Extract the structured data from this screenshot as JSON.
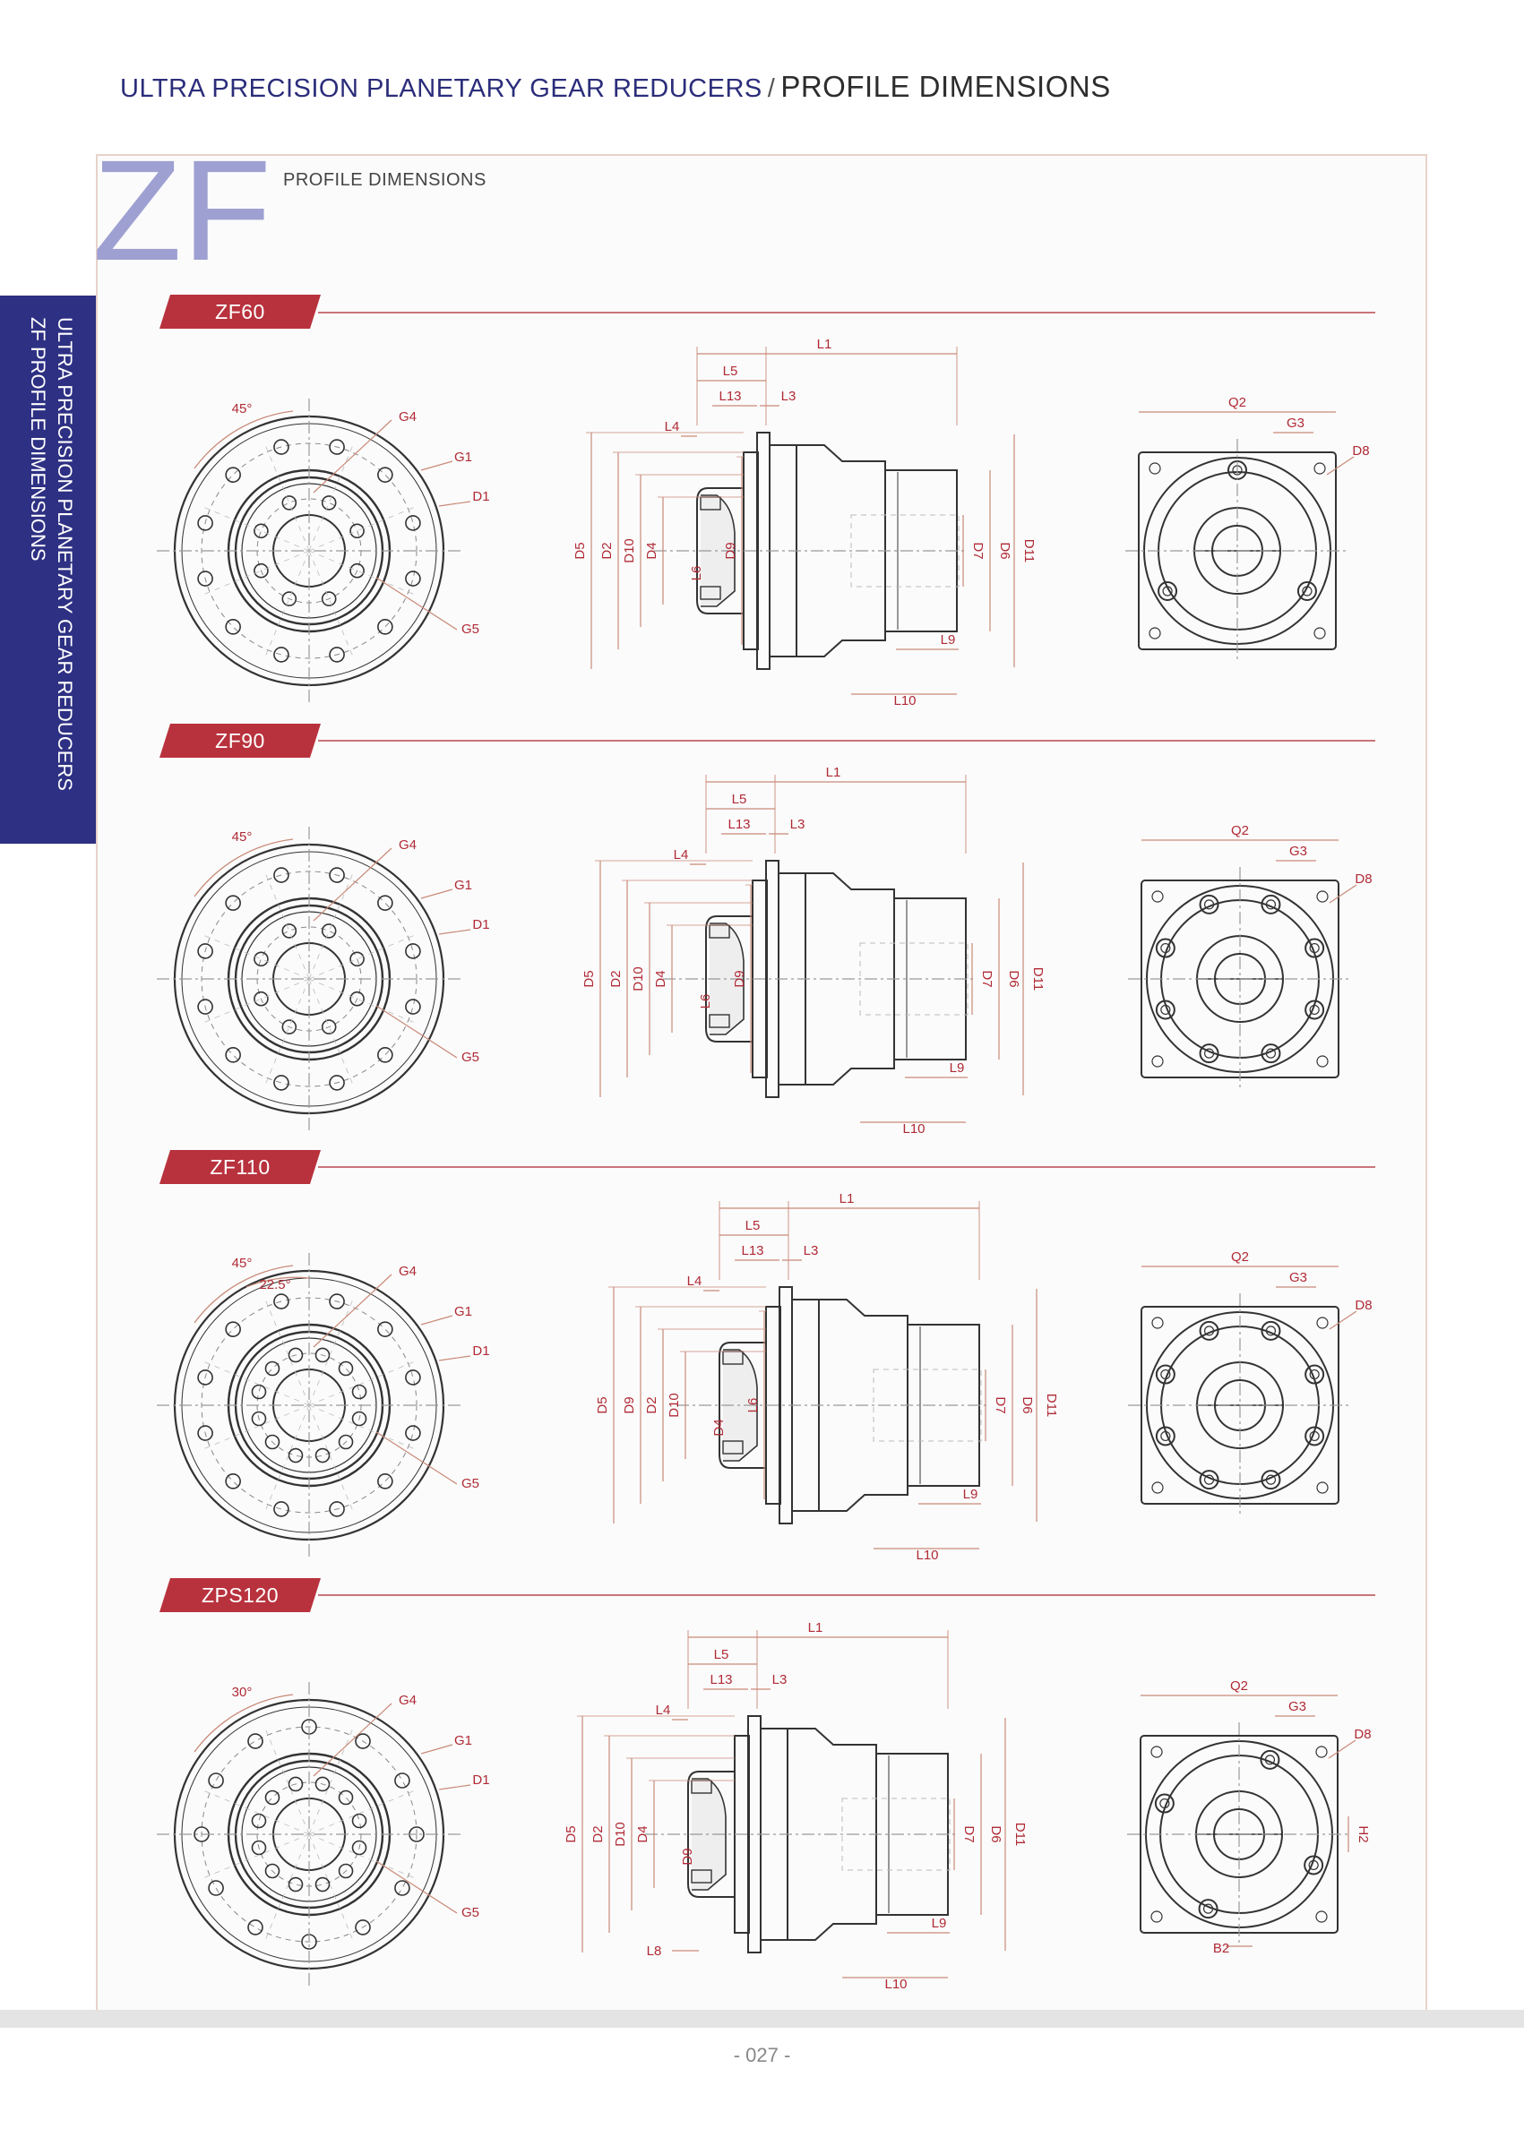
{
  "header": {
    "title_part1": "ULTRA PRECISION PLANETARY GEAR REDUCERS",
    "separator": "/",
    "title_part2": "PROFILE DIMENSIONS"
  },
  "logo": {
    "text": "ZF",
    "color": "#9ea0d2"
  },
  "subtitle": "PROFILE DIMENSIONS",
  "side_tab": {
    "line1": "ULTRA PRECISION PLANETARY GEAR REDUCERS",
    "line2": "ZF  PROFILE DIMENSIONS",
    "background": "#2e3083"
  },
  "sections": [
    {
      "name": "ZF60",
      "front": {
        "angle": "45°",
        "labels": [
          "G4",
          "G1",
          "D1",
          "G5"
        ]
      },
      "side": {
        "top": [
          "L1",
          "L5",
          "L13",
          "L3",
          "L4"
        ],
        "left": [
          "D5",
          "D2",
          "D10",
          "D4",
          "L6",
          "D9"
        ],
        "right": [
          "D7",
          "D6",
          "D11"
        ],
        "bottom": [
          "L9",
          "L10"
        ]
      },
      "rear": {
        "labels": [
          "Q2",
          "G3",
          "D8"
        ]
      }
    },
    {
      "name": "ZF90",
      "front": {
        "angle": "45°",
        "labels": [
          "G4",
          "G1",
          "D1",
          "G5"
        ]
      },
      "side": {
        "top": [
          "L1",
          "L5",
          "L13",
          "L3",
          "L4"
        ],
        "left": [
          "D5",
          "D2",
          "D10",
          "D4",
          "L6",
          "D9"
        ],
        "right": [
          "D7",
          "D6",
          "D11"
        ],
        "bottom": [
          "L9",
          "L10"
        ]
      },
      "rear": {
        "labels": [
          "Q2",
          "G3",
          "D8"
        ]
      }
    },
    {
      "name": "ZF110",
      "front": {
        "angle": "45°",
        "angle2": "22.5°",
        "labels": [
          "G4",
          "G1",
          "D1",
          "G5"
        ]
      },
      "side": {
        "top": [
          "L1",
          "L5",
          "L13",
          "L3",
          "L4"
        ],
        "left": [
          "D5",
          "D9",
          "D2",
          "D10",
          "D4",
          "L6"
        ],
        "right": [
          "D7",
          "D6",
          "D11"
        ],
        "bottom": [
          "L9",
          "L10"
        ]
      },
      "rear": {
        "labels": [
          "Q2",
          "G3",
          "D8"
        ]
      }
    },
    {
      "name": "ZPS120",
      "front": {
        "angle": "30°",
        "labels": [
          "G4",
          "G1",
          "D1",
          "G5"
        ]
      },
      "side": {
        "top": [
          "L1",
          "L5",
          "L13",
          "L3",
          "L4"
        ],
        "left": [
          "D5",
          "D2",
          "D10",
          "D4",
          "D9"
        ],
        "right": [
          "D7",
          "D6",
          "D11"
        ],
        "bottom": [
          "L9",
          "L8",
          "L10"
        ]
      },
      "rear": {
        "labels": [
          "Q2",
          "G3",
          "D8",
          "H2",
          "B2"
        ]
      }
    }
  ],
  "page_number": "- 027 -",
  "colors": {
    "accent_red": "#b8323d",
    "dim_line": "#c98a78",
    "label": "#b02a35",
    "drawing": "#333333",
    "navy": "#2e3083"
  }
}
